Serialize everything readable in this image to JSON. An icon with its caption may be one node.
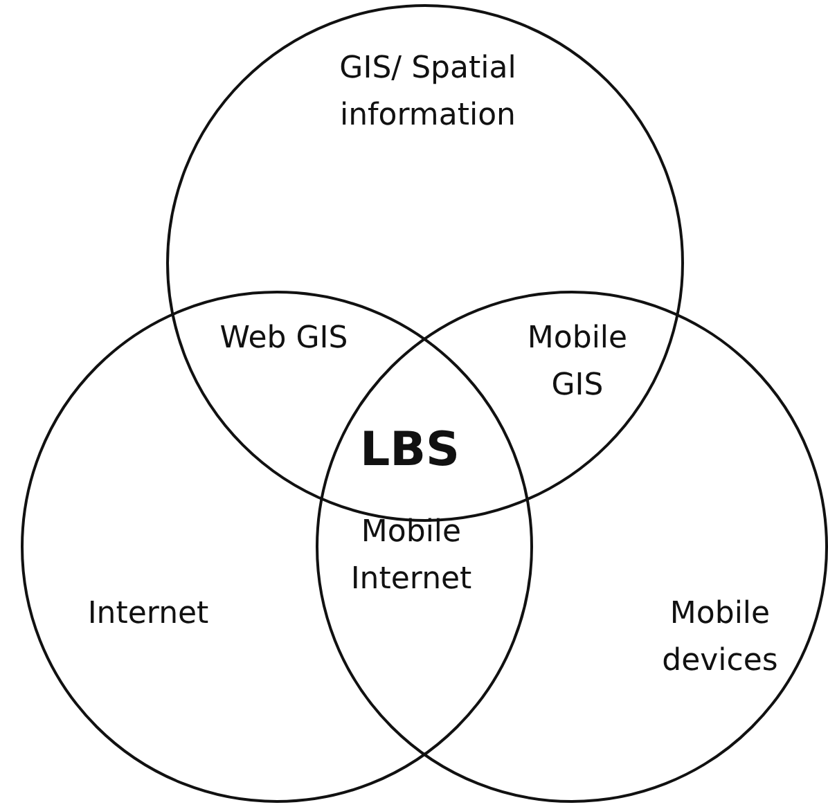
{
  "diagram": {
    "nodes": [
      {
        "text": [
          "GIS/ Spatial information"
        ]
      },
      {
        "text": [
          "Internet"
        ]
      },
      {
        "text": [
          "Mobile devices"
        ]
      }
    ],
    "labels": [
      "Web GIS",
      "Mobile GIS",
      "LBS",
      "Mobile Internet"
    ]
  }
}
